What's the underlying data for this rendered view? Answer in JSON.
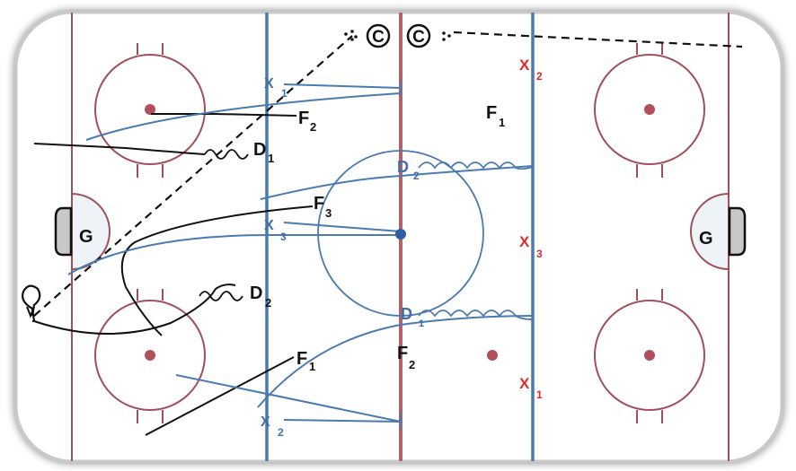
{
  "diagram": {
    "type": "hockey-drill",
    "colors": {
      "rink_lines": "#a0505a",
      "blue_lines": "#4a7ab0",
      "offense": "#111111",
      "defense_blue": "#3f6ea8",
      "defense_red": "#e02a2a",
      "crease_fill": "#eef3f8",
      "net_fill": "#c8c8c8"
    },
    "goalies": [
      {
        "label": "G",
        "side": "left"
      },
      {
        "label": "G",
        "side": "right"
      }
    ],
    "coaches": [
      {
        "label": "©",
        "position": "center-left"
      },
      {
        "label": "©",
        "position": "center-right"
      }
    ],
    "offense_players": [
      {
        "label": "F",
        "sub": "2",
        "zone": "left-neutral-top"
      },
      {
        "label": "F",
        "sub": "1",
        "zone": "right-neutral-top"
      },
      {
        "label": "F",
        "sub": "3",
        "zone": "left-neutral-mid"
      },
      {
        "label": "F",
        "sub": "1",
        "zone": "left-neutral-bottom"
      },
      {
        "label": "F",
        "sub": "2",
        "zone": "center-bottom"
      },
      {
        "label": "D",
        "sub": "1",
        "zone": "left-zone-top"
      },
      {
        "label": "D",
        "sub": "2",
        "zone": "left-zone-bottom"
      }
    ],
    "blue_defenders": [
      {
        "label": "X",
        "sub": "1"
      },
      {
        "label": "X",
        "sub": "3"
      },
      {
        "label": "X",
        "sub": "2"
      }
    ],
    "blue_d_skaters": [
      {
        "label": "D",
        "sub": "2"
      },
      {
        "label": "D",
        "sub": "1"
      }
    ],
    "red_defenders": [
      {
        "label": "X",
        "sub": "2"
      },
      {
        "label": "X",
        "sub": "3"
      },
      {
        "label": "X",
        "sub": "1"
      }
    ]
  }
}
